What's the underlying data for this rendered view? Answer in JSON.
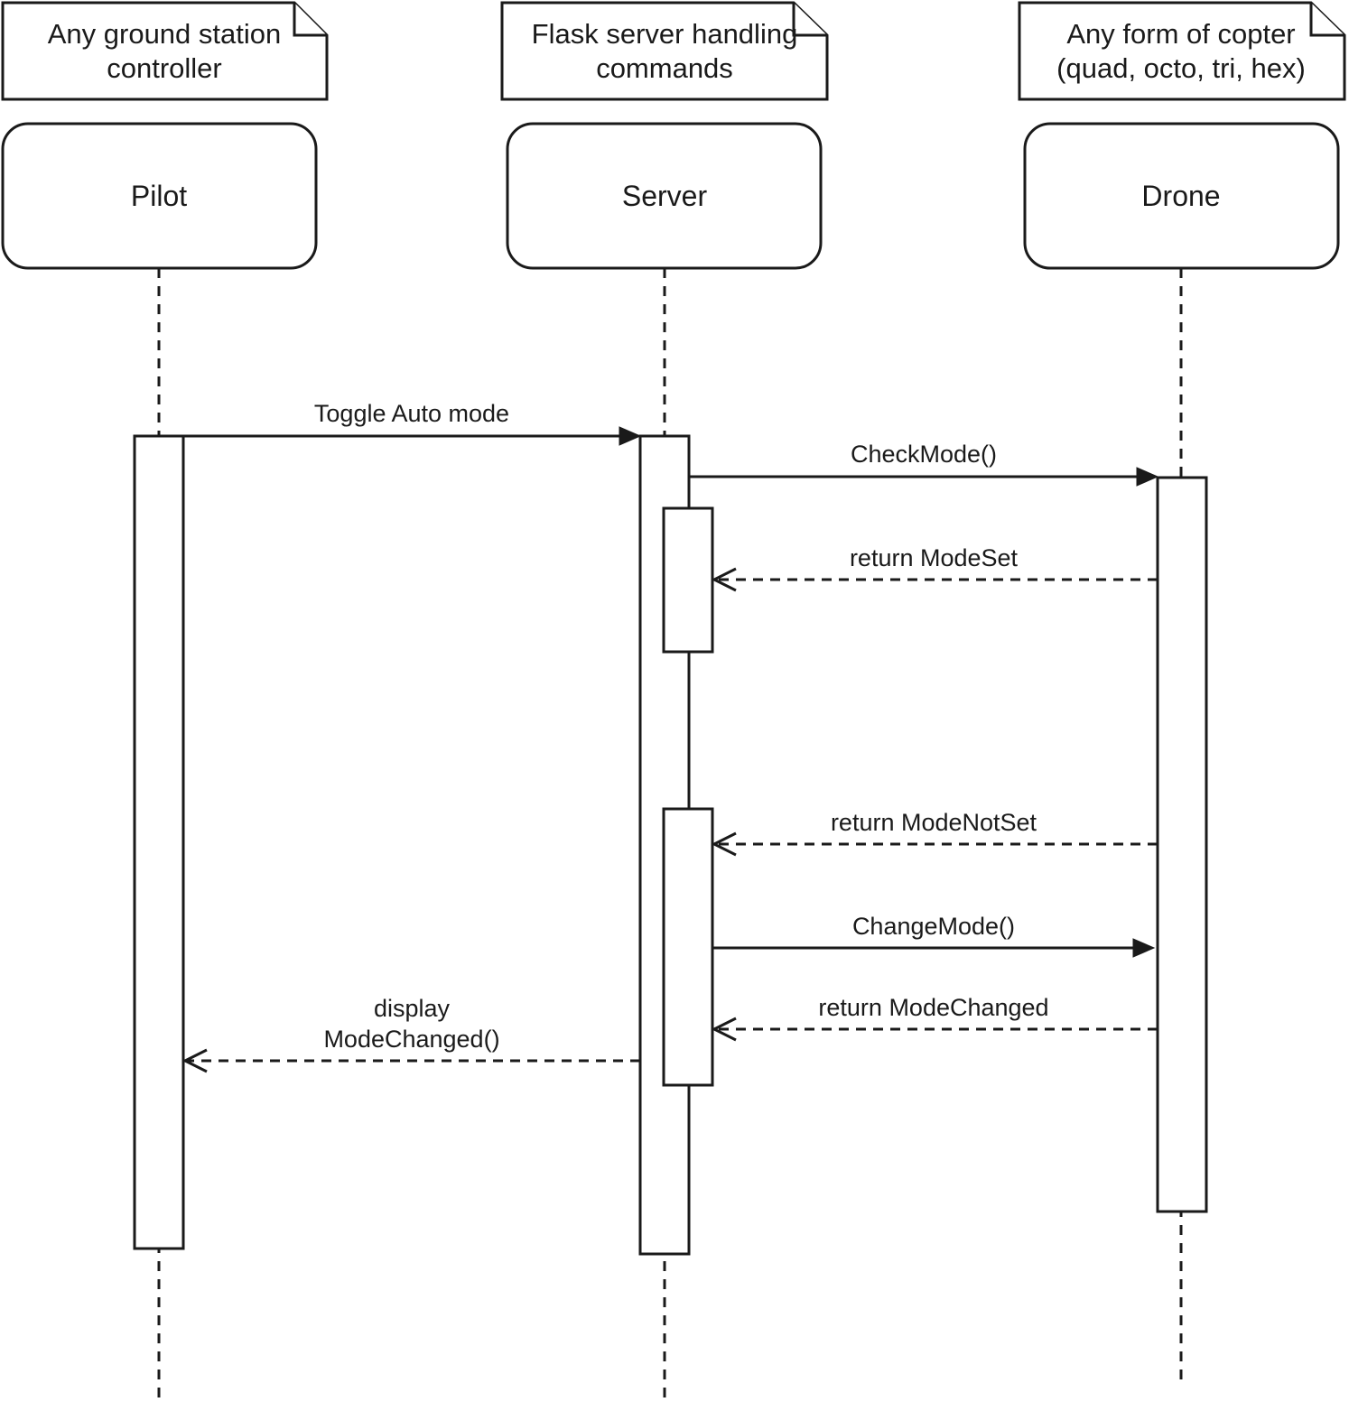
{
  "participants": [
    {
      "id": "pilot",
      "label": "Pilot",
      "note_lines": [
        "Any ground station",
        "controller"
      ]
    },
    {
      "id": "server",
      "label": "Server",
      "note_lines": [
        "Flask server handling",
        "commands"
      ]
    },
    {
      "id": "drone",
      "label": "Drone",
      "note_lines": [
        "Any form of copter",
        "(quad, octo, tri, hex)"
      ]
    }
  ],
  "messages": [
    {
      "from": "pilot",
      "to": "server",
      "kind": "sync",
      "label_lines": [
        "Toggle Auto mode"
      ]
    },
    {
      "from": "server",
      "to": "drone",
      "kind": "sync",
      "label_lines": [
        "CheckMode()"
      ]
    },
    {
      "from": "drone",
      "to": "server",
      "kind": "return",
      "label_lines": [
        "return ModeSet"
      ]
    },
    {
      "from": "drone",
      "to": "server",
      "kind": "return",
      "label_lines": [
        "return ModeNotSet"
      ]
    },
    {
      "from": "server",
      "to": "drone",
      "kind": "sync",
      "label_lines": [
        "ChangeMode()"
      ]
    },
    {
      "from": "drone",
      "to": "server",
      "kind": "return",
      "label_lines": [
        "return ModeChanged"
      ]
    },
    {
      "from": "server",
      "to": "pilot",
      "kind": "return",
      "label_lines": [
        "display",
        "ModeChanged()"
      ]
    }
  ]
}
